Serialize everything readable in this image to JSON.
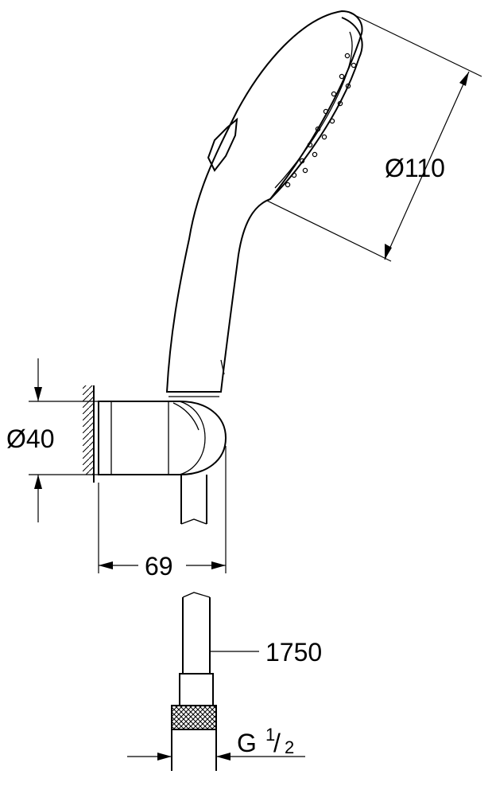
{
  "dimensions": {
    "head_diameter": "Ø110",
    "holder_diameter": "Ø40",
    "holder_projection": "69",
    "hose_length": "1750",
    "thread": {
      "base": "G",
      "num": "1",
      "slash": "/",
      "den": "2"
    }
  },
  "colors": {
    "line": "#000000",
    "background": "#ffffff"
  }
}
